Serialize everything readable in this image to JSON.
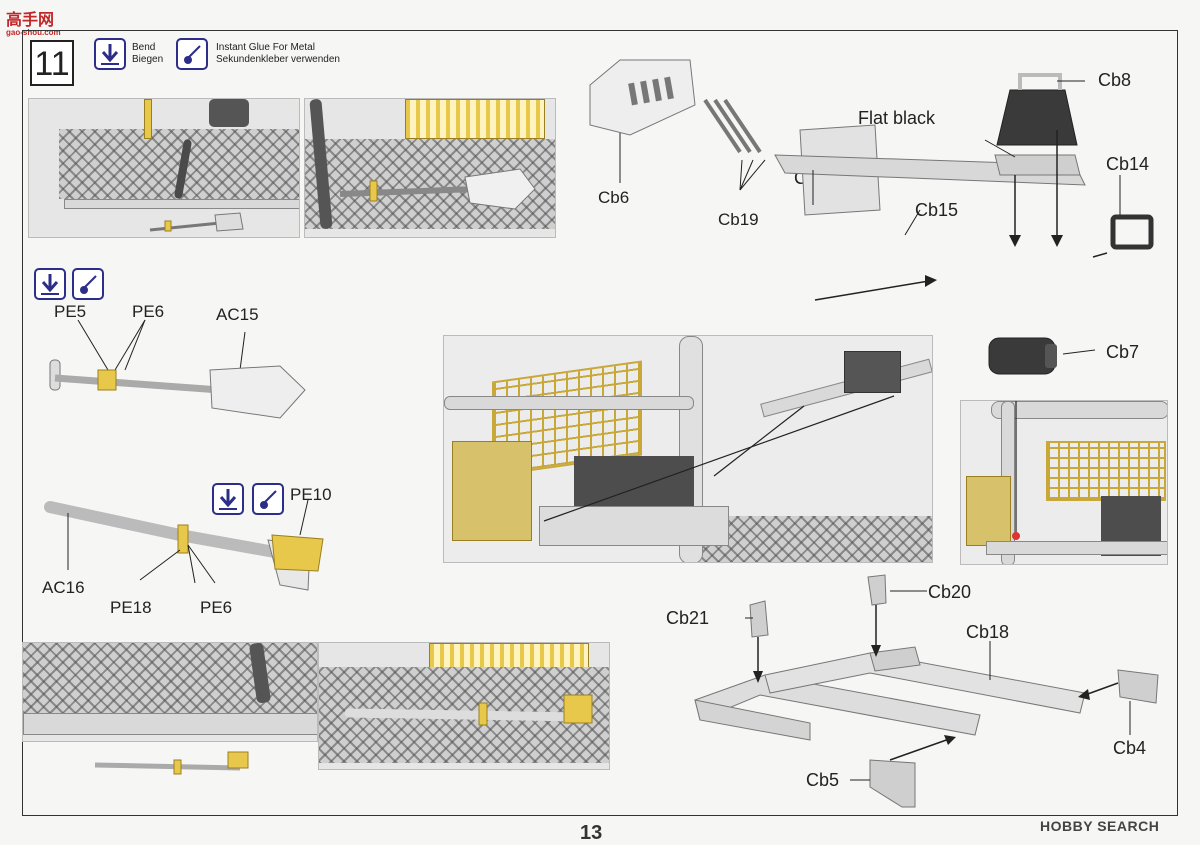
{
  "watermark_top": {
    "title": "高手网",
    "url": "gao-shou.com"
  },
  "step": {
    "number": "11"
  },
  "legend": {
    "bend": {
      "en": "Bend",
      "de": "Biegen",
      "icon": "bend-arrow-icon"
    },
    "glue": {
      "en": "Instant Glue For Metal",
      "de": "Sekundenkleber verwenden",
      "icon": "glue-bottle-icon"
    }
  },
  "parts": {
    "pe5": "PE5",
    "pe6a": "PE6",
    "ac15": "AC15",
    "pe10": "PE10",
    "ac16": "AC16",
    "pe18": "PE18",
    "pe6b": "PE6",
    "cb6": "Cb6",
    "cb19": "Cb19",
    "cb2": "Cb2",
    "cb15": "Cb15",
    "flat_black": "Flat black",
    "cb8": "Cb8",
    "cb14": "Cb14",
    "cb7": "Cb7",
    "cb20": "Cb20",
    "cb21": "Cb21",
    "cb18": "Cb18",
    "cb4": "Cb4",
    "cb5": "Cb5"
  },
  "footer": {
    "page_number": "13",
    "watermark": "HOBBY SEARCH"
  },
  "colors": {
    "pe_yellow": "#e8c84a",
    "icon_blue": "#2d2d8a",
    "border": "#333333"
  }
}
